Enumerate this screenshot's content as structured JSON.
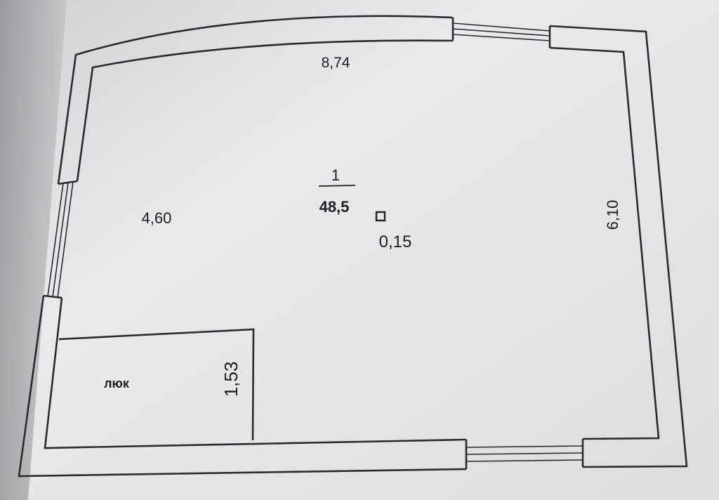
{
  "room": {
    "number": "1",
    "area": "48,5"
  },
  "dimensions": {
    "top_width": "8,74",
    "left_depth": "4,60",
    "right_depth": "6,10",
    "hatch_size": "1,53",
    "column_size": "0,15"
  },
  "hatch": {
    "label": "люк"
  }
}
